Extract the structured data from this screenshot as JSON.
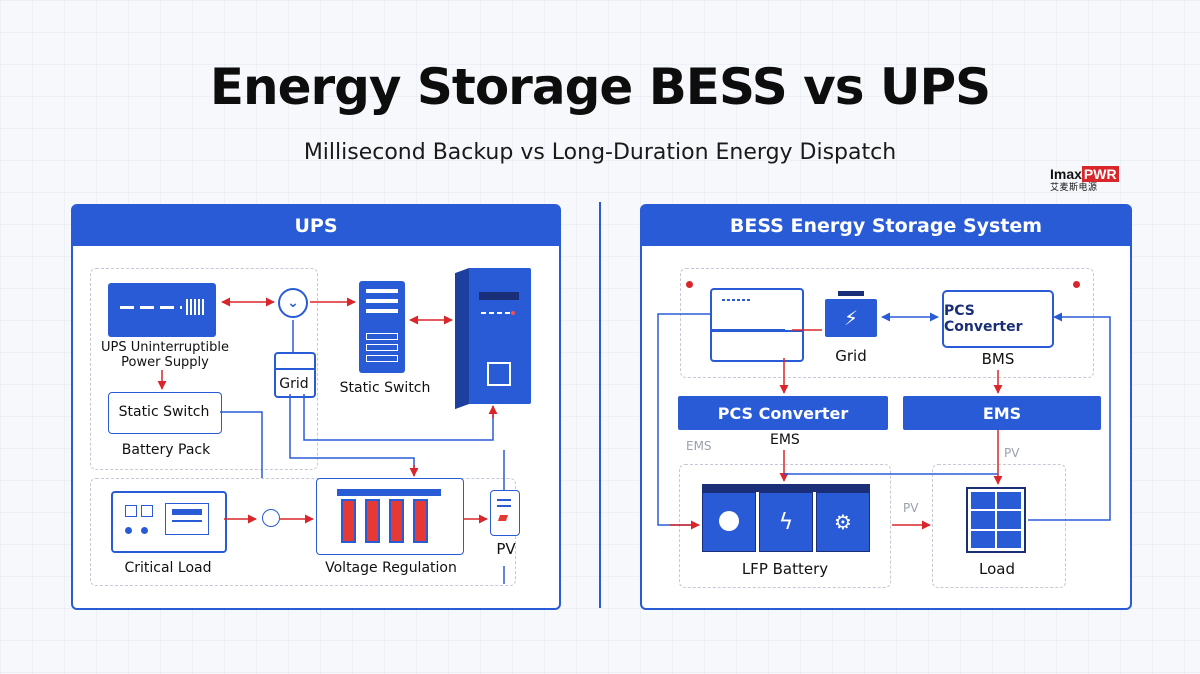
{
  "title": "Energy Storage BESS vs UPS",
  "subtitle": "Millisecond Backup vs Long-Duration Energy Dispatch",
  "logo": {
    "brand_left": "Imax",
    "brand_right": "PWR",
    "brand_cn": "艾麦斯电源"
  },
  "colors": {
    "primary_blue": "#2a5bd7",
    "arrow_red": "#d9262b",
    "battery_red": "#e53935"
  },
  "ups_panel": {
    "header": "UPS",
    "labels": {
      "ups_device": "UPS Uninterruptible\nPower Supply",
      "grid": "Grid",
      "static_switch_rack": "Static Switch",
      "static_switch_box": "Static Switch",
      "battery_pack": "Battery Pack",
      "critical_load": "Critical Load",
      "voltage_regulation": "Voltage Regulation",
      "pv": "PV"
    }
  },
  "bess_panel": {
    "header": "BESS Energy Storage System",
    "labels": {
      "grid": "Grid",
      "pcs_converter_top": "PCS Converter",
      "bms": "BMS",
      "pcs_converter_bar": "PCS Converter",
      "ems_bar": "EMS",
      "ems_gray": "EMS",
      "ems_small": "EMS",
      "pv_gray_top": "PV",
      "pv_gray_mid": "PV",
      "lfp_battery": "LFP Battery",
      "load": "Load"
    }
  }
}
